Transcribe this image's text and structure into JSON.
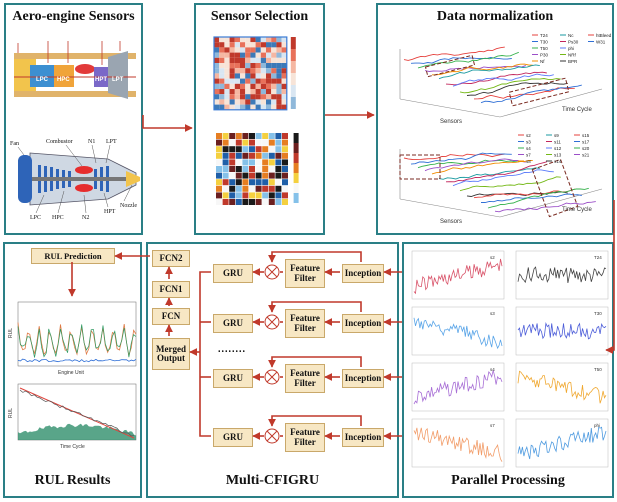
{
  "panels": {
    "sensors": {
      "title": "Aero-engine Sensors"
    },
    "selection": {
      "title": "Sensor Selection"
    },
    "normalization": {
      "title": "Data normalization"
    },
    "rul": {
      "title": "RUL Results"
    },
    "model": {
      "title": "Multi-CFIGRU"
    },
    "parallel": {
      "title": "Parallel Processing"
    }
  },
  "engine_labels": {
    "lpc": "LPC",
    "hpc": "HPC",
    "hpt": "HPT",
    "lpt": "LPT",
    "fan": "Fan",
    "combustor": "Combustor",
    "n1": "N1",
    "n2": "N2",
    "nozzle": "Nozzle"
  },
  "axes": {
    "sensors": "Sensors",
    "time_cycle": "Time Cycle",
    "rul": "RUL",
    "engine_unit": "Engine Unit"
  },
  "rul_prediction": {
    "label": "RUL Prediction"
  },
  "model": {
    "fcn2": "FCN2",
    "fcn1": "FCN1",
    "fcn": "FCN",
    "merged": "Merged Output",
    "gru": "GRU",
    "filter": "Feature Filter",
    "inception": "Inception",
    "ellipsis": "........"
  },
  "legend_top": [
    "T24",
    "T30",
    "T50",
    "P30",
    "Nf",
    "Nc",
    "Ps30",
    "phi",
    "NRf",
    "BPR",
    "htBleed",
    "W31"
  ],
  "legend_bottom": [
    "s2",
    "s3",
    "s4",
    "s7",
    "s8",
    "s9",
    "s11",
    "s12",
    "s13",
    "s14",
    "s15",
    "s17",
    "s20",
    "s21"
  ],
  "parallel_sensors": [
    "s2",
    "s3",
    "s4",
    "s7",
    "T24",
    "T30",
    "T50",
    "phi"
  ],
  "palette": [
    "#e5413d",
    "#2f6fd6",
    "#37b24d",
    "#9b4fc8",
    "#f08c00",
    "#1a9aa0",
    "#c2255c",
    "#5c7cfa",
    "#74b816",
    "#333333"
  ]
}
